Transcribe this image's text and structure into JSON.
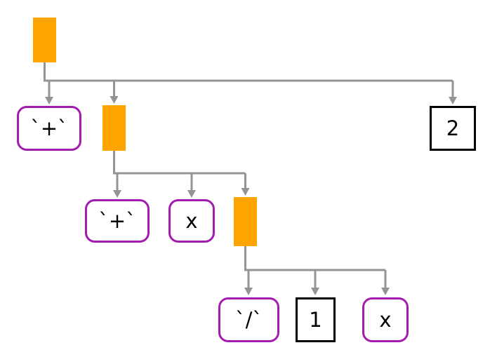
{
  "diagram": {
    "title": "expression-tree",
    "background": "#ffffff",
    "colors": {
      "apply_fill": "#ffa500",
      "operator_border": "#a21caf",
      "literal_border": "#000000",
      "edge": "#949494",
      "text": "#000000",
      "background": "#ffffff"
    },
    "nodes": {
      "root": {
        "type": "apply",
        "label": ""
      },
      "plus1": {
        "type": "operator",
        "label": "`+`"
      },
      "apply2": {
        "type": "apply",
        "label": ""
      },
      "two": {
        "type": "literal",
        "label": "2"
      },
      "plus2": {
        "type": "operator",
        "label": "`+`"
      },
      "x1": {
        "type": "symbol",
        "label": "x"
      },
      "apply3": {
        "type": "apply",
        "label": ""
      },
      "div": {
        "type": "operator",
        "label": "`/`"
      },
      "one": {
        "type": "literal",
        "label": "1"
      },
      "x2": {
        "type": "symbol",
        "label": "x"
      }
    },
    "edges": [
      {
        "from": "root",
        "to": [
          "plus1",
          "apply2",
          "two"
        ]
      },
      {
        "from": "apply2",
        "to": [
          "plus2",
          "x1",
          "apply3"
        ]
      },
      {
        "from": "apply3",
        "to": [
          "div",
          "one",
          "x2"
        ]
      }
    ]
  }
}
